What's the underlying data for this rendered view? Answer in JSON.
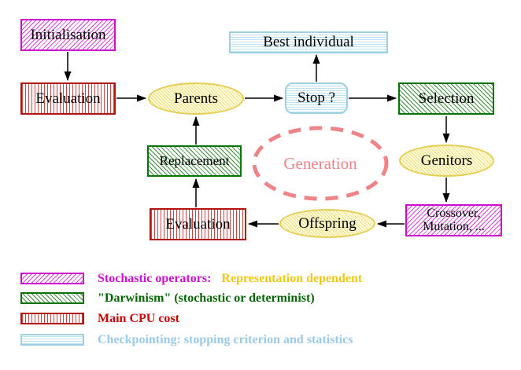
{
  "diagram": {
    "nodes": {
      "initialisation": "Initialisation",
      "evaluation_top": "Evaluation",
      "parents": "Parents",
      "stop": "Stop ?",
      "best_individual": "Best individual",
      "selection": "Selection",
      "genitors": "Genitors",
      "crossover_line1": "Crossover,",
      "crossover_line2": "Mutation, ...",
      "offspring": "Offspring",
      "evaluation_bottom": "Evaluation",
      "replacement": "Replacement",
      "generation": "Generation"
    },
    "legend": {
      "rows": [
        {
          "swatch": "magenta-hatch",
          "label1": "Stochastic operators:",
          "label2": "Representation dependent"
        },
        {
          "swatch": "green-hatch",
          "label1": "\"Darwinism\" (stochastic or determinist)"
        },
        {
          "swatch": "red-stripes",
          "label1": "Main CPU cost"
        },
        {
          "swatch": "cyan-stripes",
          "label1": "Checkpointing: stopping criterion and statistics"
        }
      ]
    },
    "colors": {
      "magenta_border": "#ce0ace",
      "magenta_hatch": "#d846d8",
      "green_border": "#077307",
      "green_hatch": "#3f8f3f",
      "red_border": "#b01515",
      "red_stripe": "#cc4545",
      "cyan_border": "#9fd0e0",
      "cyan_stripe": "#bce2ef",
      "yellow_border": "#e3cf55",
      "yellow_hatch": "#ecdf80",
      "yellow_fill": "#fffbdc",
      "salmon": "#ef8486",
      "legend_magenta_text": "#cf12cf",
      "legend_gold_text": "#eec915",
      "legend_green_text": "#066606",
      "legend_red_text": "#cc0000",
      "legend_cyan_text": "#9ccae6",
      "arrow": "#000000"
    }
  }
}
